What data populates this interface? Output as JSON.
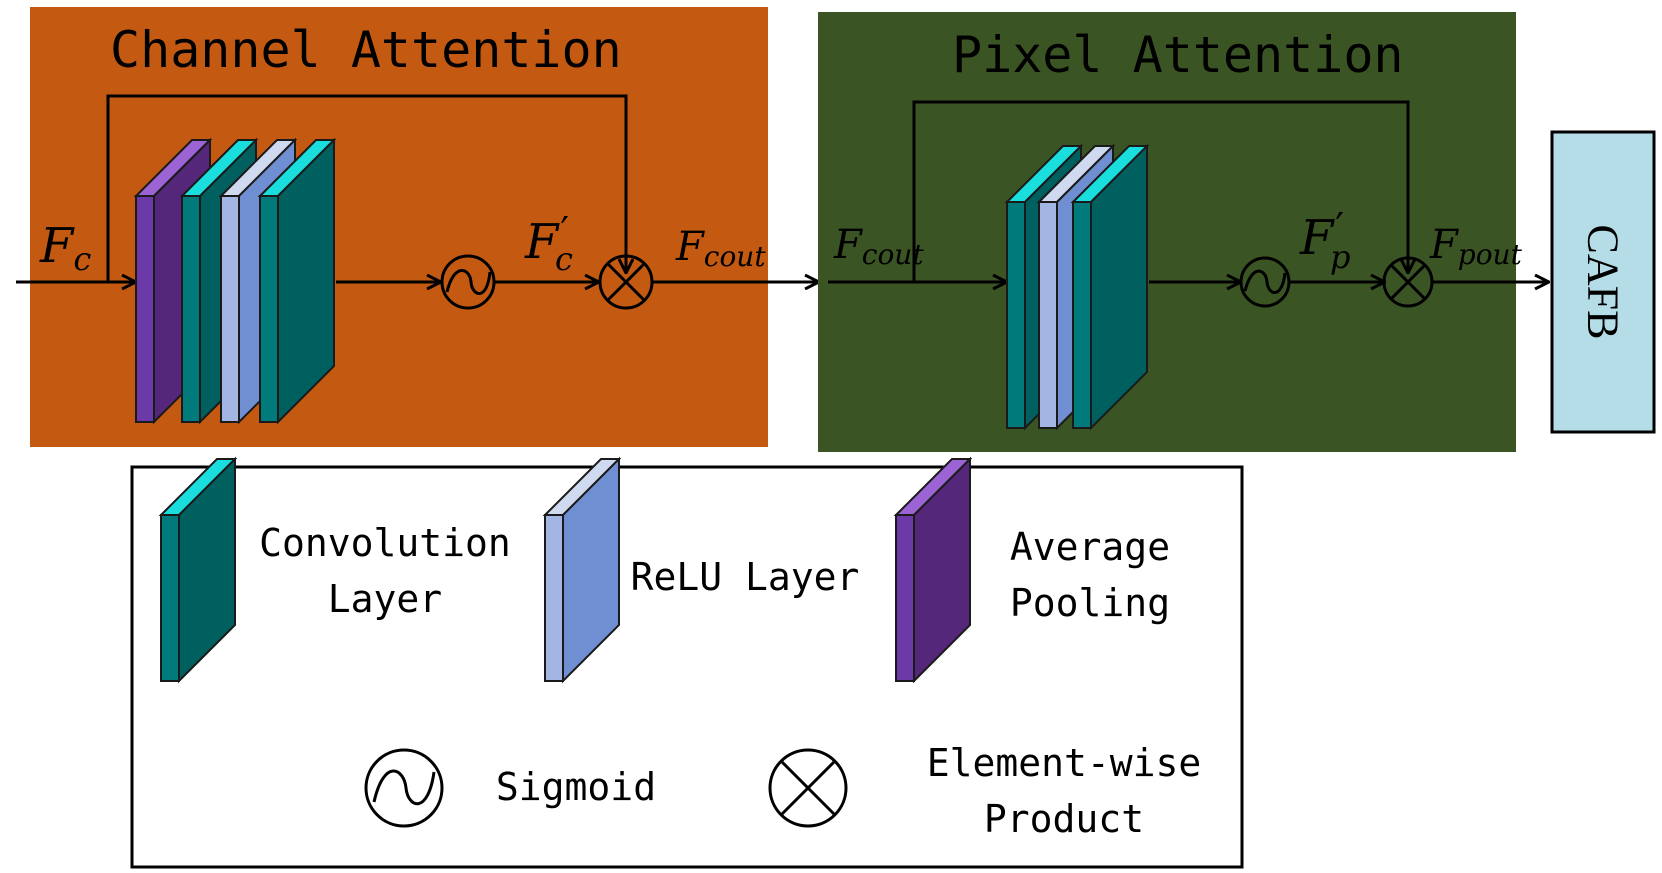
{
  "colors": {
    "channel_bg": "#c45a12",
    "pixel_bg": "#3b5423",
    "cafb_bg": "#b4dde8",
    "conv_front": "#007a7a",
    "conv_side": "#005f5f",
    "conv_top": "#1adede",
    "relu_front": "#a3b6e3",
    "relu_side": "#6f8fd2",
    "relu_top": "#cfd9f0",
    "pool_front": "#6b3aa8",
    "pool_side": "#55277a",
    "pool_top": "#9b63d4"
  },
  "channel_attention": {
    "title": "Channel Attention",
    "input_var": {
      "base": "F",
      "sub": "c"
    },
    "mid_var": {
      "base": "F",
      "prime": "′",
      "sub": "c"
    },
    "output_var": {
      "base": "F",
      "sub": "cout"
    }
  },
  "pixel_attention": {
    "title": "Pixel Attention",
    "input_var": {
      "base": "F",
      "sub": "cout"
    },
    "mid_var": {
      "base": "F",
      "prime": "′",
      "sub": "p"
    },
    "output_var": {
      "base": "F",
      "sub": "pout"
    }
  },
  "cafb": {
    "label": "CAFB"
  },
  "legend": {
    "conv": [
      "Convolution",
      "Layer"
    ],
    "relu": "ReLU Layer",
    "pool": [
      "Average",
      "Pooling"
    ],
    "sigmoid": "Sigmoid",
    "product": [
      "Element-wise",
      "Product"
    ]
  }
}
